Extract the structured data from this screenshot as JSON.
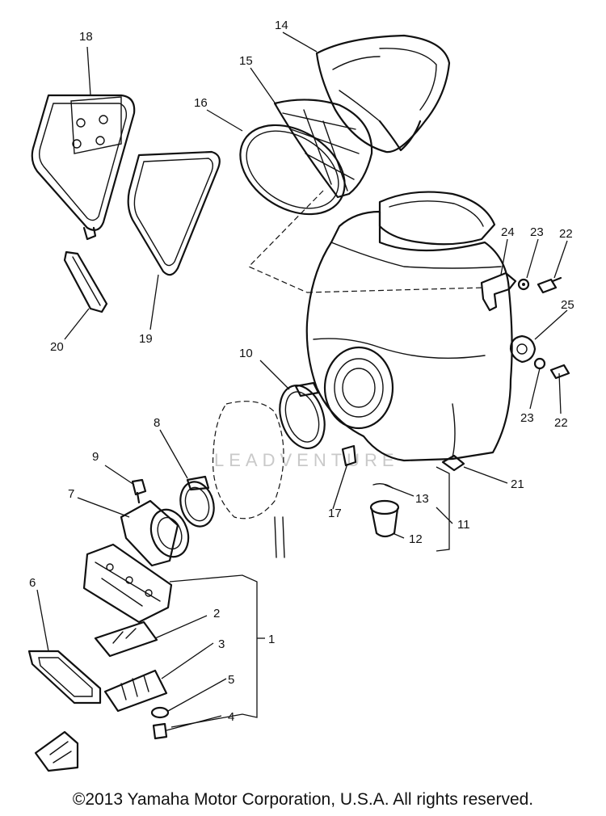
{
  "callouts": [
    "1",
    "2",
    "3",
    "4",
    "5",
    "6",
    "7",
    "8",
    "9",
    "10",
    "11",
    "12",
    "13",
    "14",
    "15",
    "16",
    "17",
    "18",
    "19",
    "20",
    "21",
    "22",
    "23",
    "24",
    "25"
  ],
  "callouts_extra": {
    "23b": "23",
    "22b": "22"
  },
  "watermark": "LEADVENTURE",
  "copyright": "©2013 Yamaha Motor Corporation, U.S.A. All rights reserved.",
  "icon_names": [
    "fwd-arrow-icon"
  ]
}
